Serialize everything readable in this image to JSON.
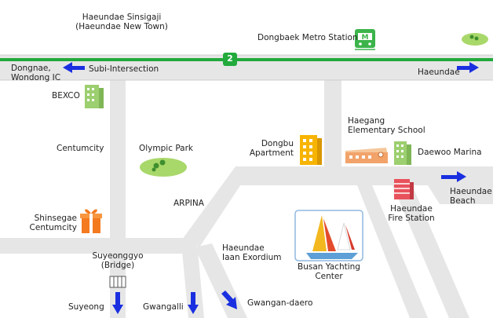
{
  "labels": {
    "haeundae_sinsigaji": "Haeundae Sinsigaji\n(Haeundae New Town)",
    "dongbaek_station": "Dongbaek Metro Station",
    "dongnae_wondong": "Dongnae,\nWondong IC",
    "subi_intersection": "Subi-Intersection",
    "haeundae": "Haeundae",
    "bexco": "BEXCO",
    "haegang_school": "Haegang\nElementary School",
    "olympic_park": "Olympic Park",
    "dongbu_apartment": "Dongbu\nApartment",
    "centumcity": "Centumcity",
    "daewoo_marina": "Daewoo Marina",
    "haeundae_beach": "Haeundae\nBeach",
    "arpina": "ARPINA",
    "haeundae_fire_station": "Haeundae\nFire Station",
    "shinsegae_centumcity": "Shinsegae\nCentumcity",
    "haeundae_iaan_exordium": "Haeundae\nIaan Exordium",
    "busan_yachting_center": "Busan Yachting\nCenter",
    "suyeonggyo_bridge": "Suyeonggyo\n(Bridge)",
    "suyeong": "Suyeong",
    "gwangalli": "Gwangalli",
    "gwangan_daero": "Gwangan-daero"
  },
  "metro_line": {
    "badge": "2",
    "color": "#22aa3c",
    "station_icon_color": "#3cb44b"
  },
  "colors": {
    "road": "#e6e6e6",
    "route_arrow": "#1a2fe0",
    "park": "#a9d86a",
    "dongbu_building": "#f7b400",
    "school_building": "#f2a36a",
    "fire_station": "#e8525c",
    "gift_icon": "#f47a1f",
    "building_green": "#9ccf6f"
  }
}
